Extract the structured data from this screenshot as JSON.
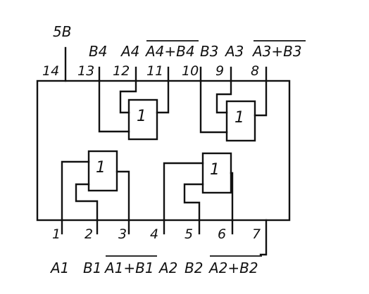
{
  "supply": "5B",
  "top_pins": [
    "14",
    "13",
    "12",
    "11",
    "10",
    "9",
    "8"
  ],
  "top_signals": [
    "B4",
    "A4",
    "A4+B4",
    "B3",
    "A3",
    "A3+B3"
  ],
  "bottom_pins": [
    "1",
    "2",
    "3",
    "4",
    "5",
    "6",
    "7"
  ],
  "bottom_signals": [
    "A1",
    "B1",
    "A1+B1",
    "A2",
    "B2",
    "A2+B2"
  ],
  "gate_symbol": "1"
}
